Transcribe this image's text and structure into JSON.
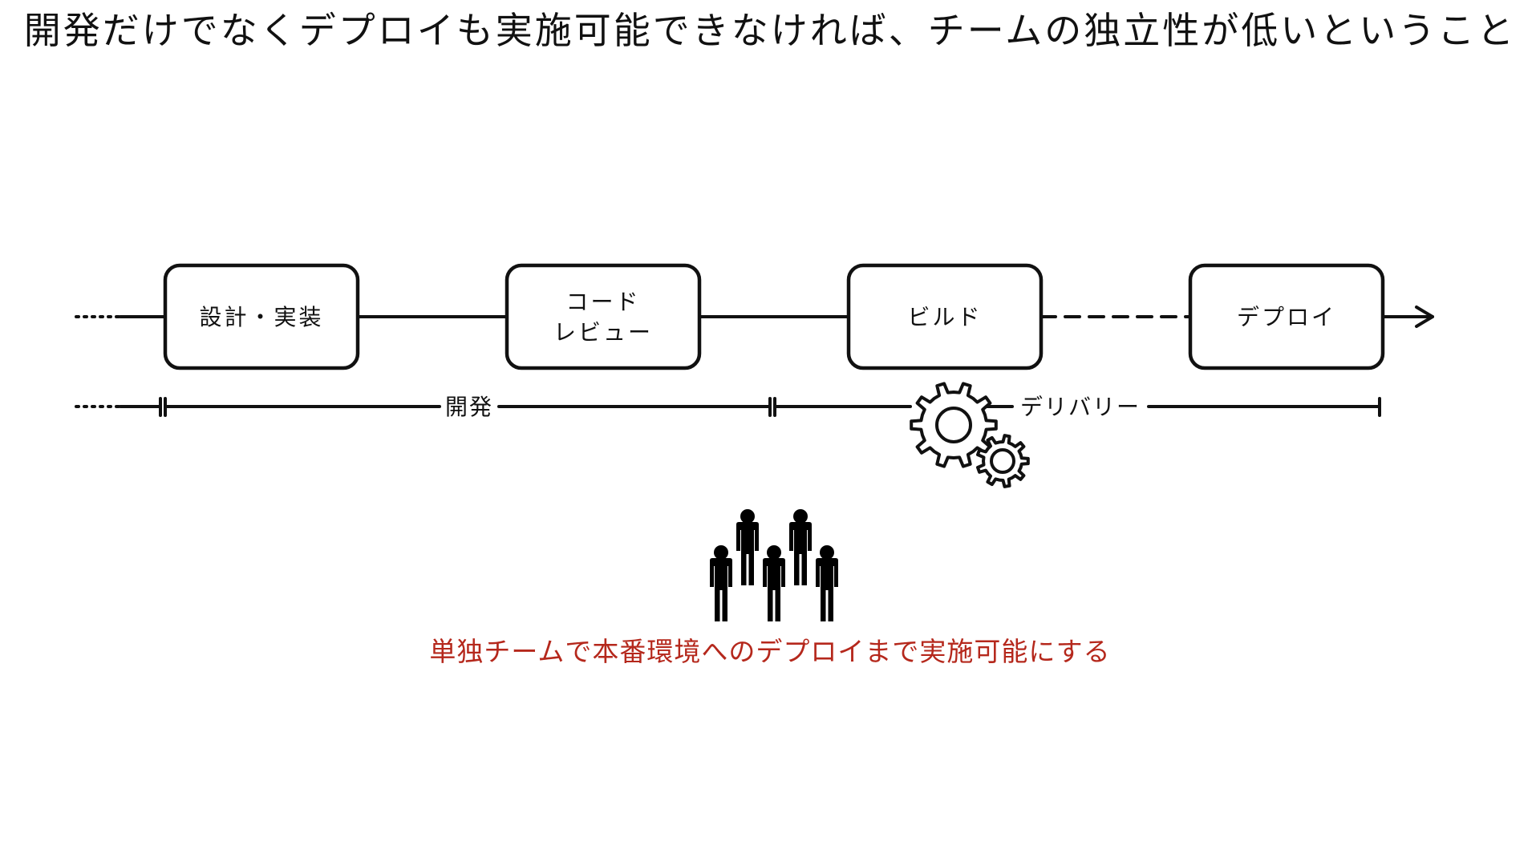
{
  "title": "開発だけでなくデプロイも実施可能できなければ、チームの独立性が低いということ",
  "pipeline": {
    "steps": [
      {
        "line1": "設計・実装",
        "line2": ""
      },
      {
        "line1": "コード",
        "line2": "レビュー"
      },
      {
        "line1": "ビルド",
        "line2": ""
      },
      {
        "line1": "デプロイ",
        "line2": ""
      }
    ]
  },
  "phases": {
    "development": "開発",
    "delivery": "デリバリー"
  },
  "icons": {
    "gears": "gears-icon",
    "team": "team-people-icon"
  },
  "caption": {
    "text": "単独チームで本番環境へのデプロイまで実施可能にする",
    "color": "#b5281c"
  }
}
